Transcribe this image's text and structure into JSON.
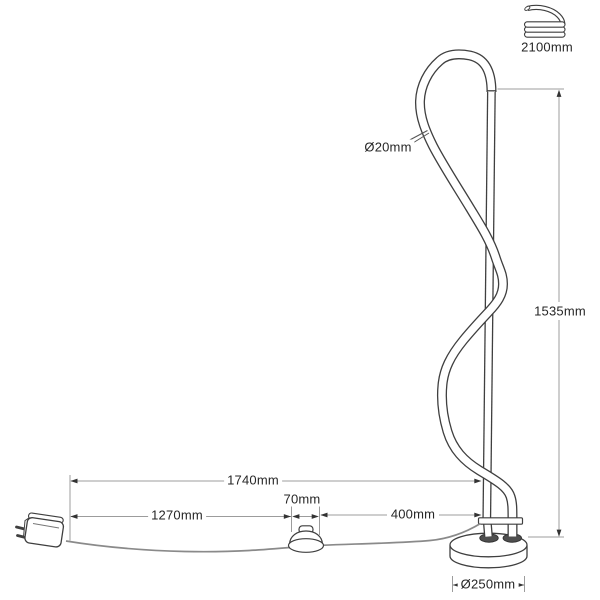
{
  "drawing": {
    "title": "floor-lamp-dimension-drawing",
    "labels": {
      "coil_length": "2100mm",
      "tube_diameter": "Ø20mm",
      "height": "1535mm",
      "total_run": "1740mm",
      "plug_to_switch": "1270mm",
      "switch_width": "70mm",
      "switch_to_base": "400mm",
      "base_diameter": "Ø250mm"
    },
    "icons": {
      "coil": "coiled-flexible-tube-icon"
    },
    "colors": {
      "outline": "#3f3f3f",
      "dimension_line": "#9c9c9c",
      "arrowhead": "#333333",
      "text": "#262626",
      "cable": "#8a8a8a",
      "grommet_fill": "#4f4f4f",
      "background": "#ffffff"
    }
  }
}
